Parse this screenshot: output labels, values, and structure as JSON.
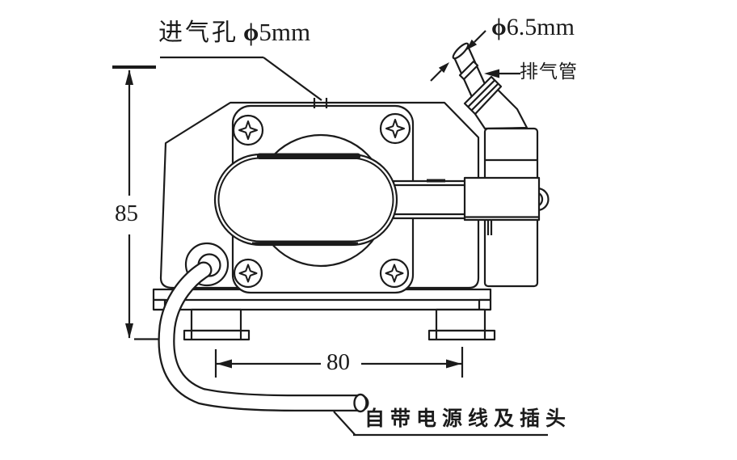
{
  "drawing": {
    "intake": {
      "label_cn": "进气孔",
      "dia_symbol": "ϕ",
      "dia_value": "5mm"
    },
    "exhaust": {
      "dia_symbol": "ϕ",
      "dia_value": "6.5mm",
      "pipe_label_cn": "排气管"
    },
    "power_cord": {
      "label_cn": "自带电源线及插头"
    },
    "dimensions": {
      "height": "85",
      "width": "80"
    },
    "colors": {
      "line": "#1b1b1b",
      "fill": "#ffffff"
    }
  }
}
